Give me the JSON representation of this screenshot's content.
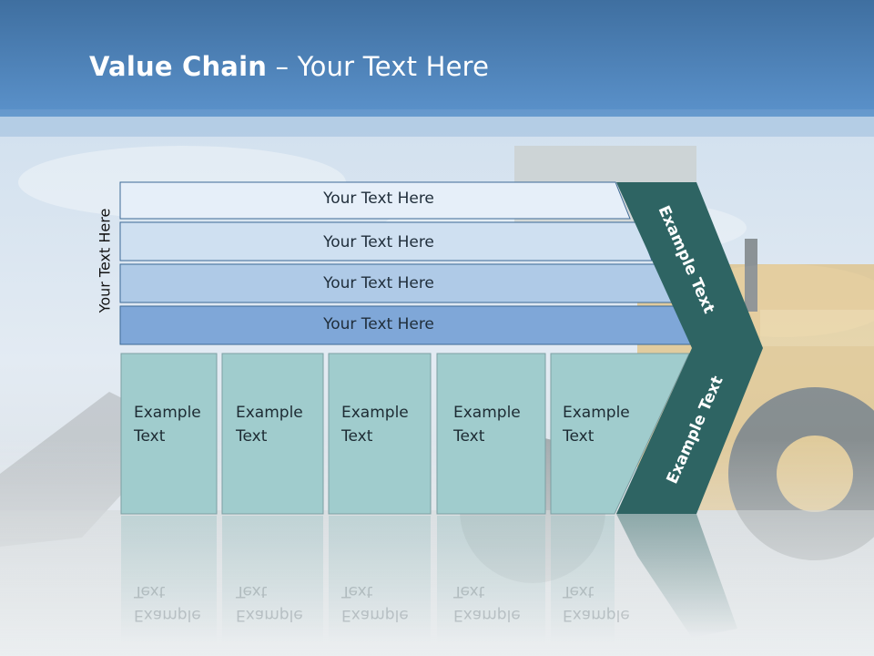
{
  "slide": {
    "title_bold": "Value Chain",
    "title_rest": " – Your Text Here"
  },
  "side_label": "Your Text Here",
  "bands": [
    {
      "label": "Your Text Here",
      "color": "#e6eff9"
    },
    {
      "label": "Your Text Here",
      "color": "#cfe0f1"
    },
    {
      "label": "Your Text Here",
      "color": "#afcae7"
    },
    {
      "label": "Your Text Here",
      "color": "#7fa7d8"
    }
  ],
  "cells": [
    {
      "line1": "Example",
      "line2": "Text"
    },
    {
      "line1": "Example",
      "line2": "Text"
    },
    {
      "line1": "Example",
      "line2": "Text"
    },
    {
      "line1": "Example",
      "line2": "Text"
    },
    {
      "line1": "Example",
      "line2": "Text"
    }
  ],
  "arrow": {
    "top_label": "Example Text",
    "bottom_label": "Example Text",
    "color": "#2e6463"
  },
  "colors": {
    "header": "#4f86bf",
    "cell_fill": "#a0cccd"
  }
}
